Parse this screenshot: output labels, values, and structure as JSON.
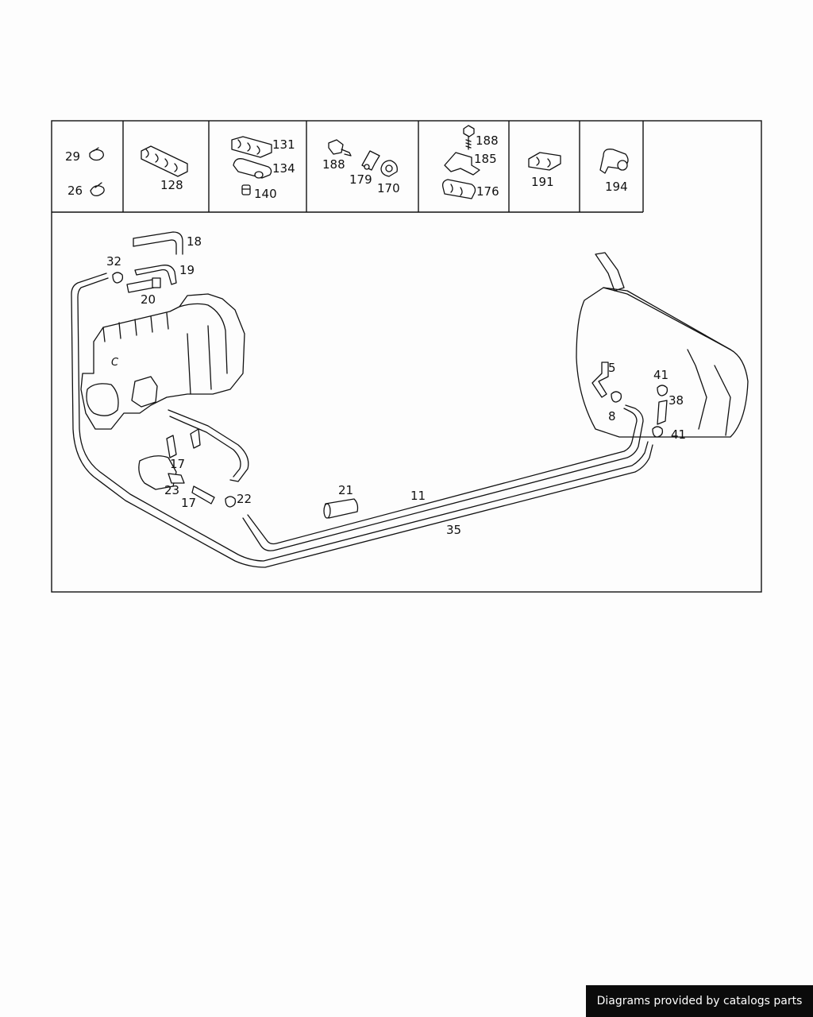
{
  "diagram": {
    "callouts": {
      "c29": "29",
      "c26": "26",
      "c128": "128",
      "c131": "131",
      "c134": "134",
      "c140": "140",
      "c188a": "188",
      "c179": "179",
      "c170": "170",
      "c188b": "188",
      "c185": "185",
      "c176": "176",
      "c191": "191",
      "c194": "194",
      "c18": "18",
      "c32": "32",
      "c19": "19",
      "c20": "20",
      "c5": "5",
      "c41a": "41",
      "c38": "38",
      "c8": "8",
      "c41b": "41",
      "c17a": "17",
      "c23": "23",
      "c17b": "17",
      "c22": "22",
      "c21": "21",
      "c11": "11",
      "c35": "35"
    },
    "engine_mark": "C"
  },
  "footer": {
    "text": "Diagrams provided by catalogs parts"
  }
}
